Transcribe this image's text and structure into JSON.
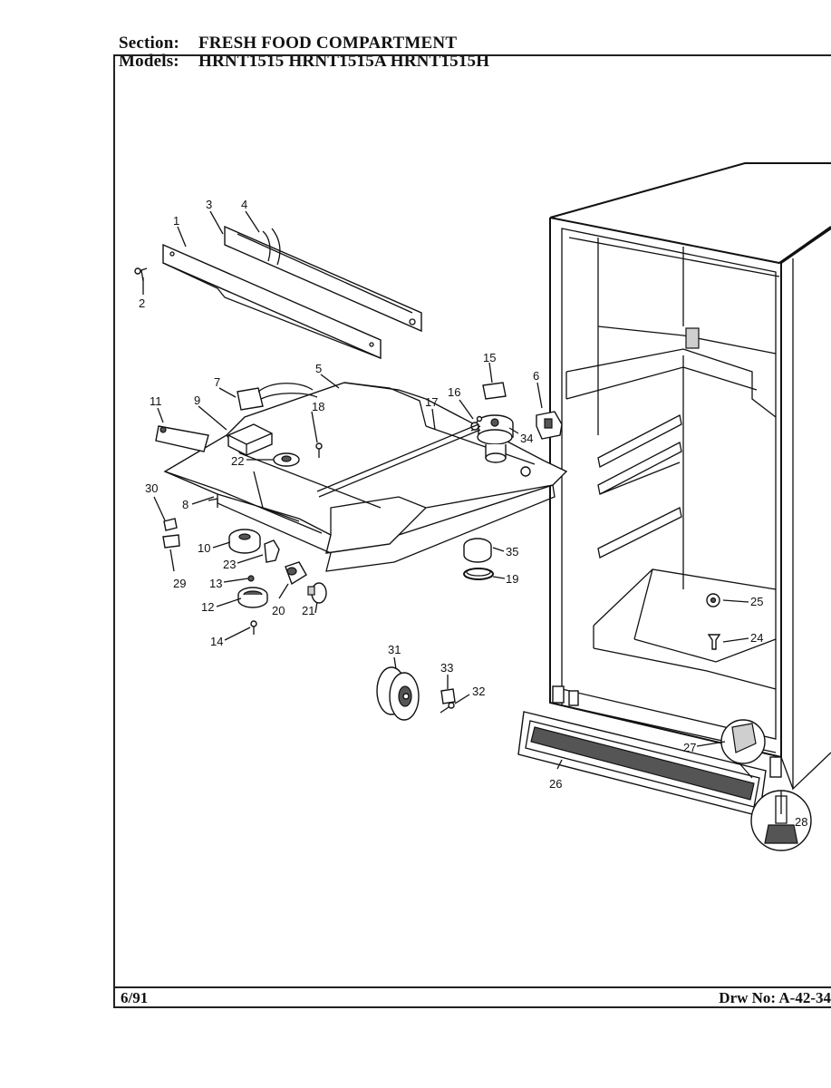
{
  "header": {
    "section_label": "Section:",
    "section_value": "FRESH FOOD COMPARTMENT",
    "models_label": "Models:",
    "models_value": "HRNT1515  HRNT1515A  HRNT1515H"
  },
  "footer": {
    "date": "6/91",
    "drawing_number": "Drw No: A-42-34"
  },
  "callouts": [
    "1",
    "2",
    "3",
    "4",
    "5",
    "6",
    "7",
    "8",
    "9",
    "10",
    "11",
    "12",
    "13",
    "14",
    "15",
    "16",
    "17",
    "18",
    "19",
    "20",
    "21",
    "22",
    "23",
    "24",
    "25",
    "26",
    "27",
    "28",
    "29",
    "30",
    "31",
    "32",
    "33",
    "34",
    "35"
  ]
}
